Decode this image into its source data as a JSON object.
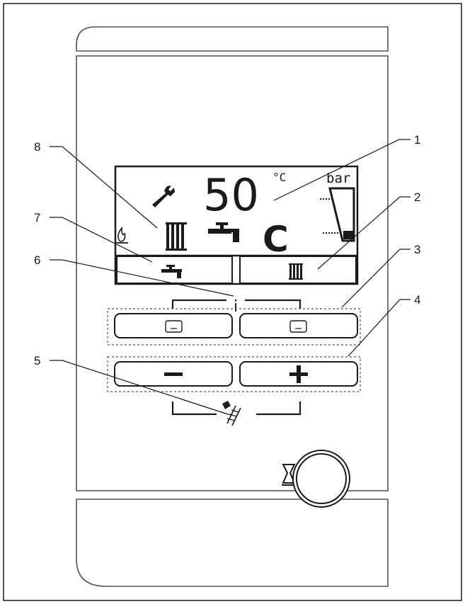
{
  "display": {
    "temperature": "50",
    "temperature_unit": "°C",
    "pressure_unit": "bar",
    "mode_letter": "C"
  },
  "info_label": "i",
  "buttons": {
    "minus_label": "−",
    "plus_label": "+"
  },
  "callouts": [
    {
      "number": "1"
    },
    {
      "number": "2"
    },
    {
      "number": "3"
    },
    {
      "number": "4"
    },
    {
      "number": "5"
    },
    {
      "number": "6"
    },
    {
      "number": "7"
    },
    {
      "number": "8"
    }
  ],
  "icons": {
    "wrench": "wrench-icon",
    "flame": "flame-icon",
    "radiator": "radiator-icon",
    "tap": "tap-icon",
    "pressure_gauge": "pressure-gauge-icon",
    "chimney_sweep": "chimney-sweep-icon",
    "power_symbol": "burner-symbol-icon"
  },
  "colors": {
    "line": "#1a1a1a",
    "panel_stroke": "#555555",
    "background": "#ffffff"
  }
}
